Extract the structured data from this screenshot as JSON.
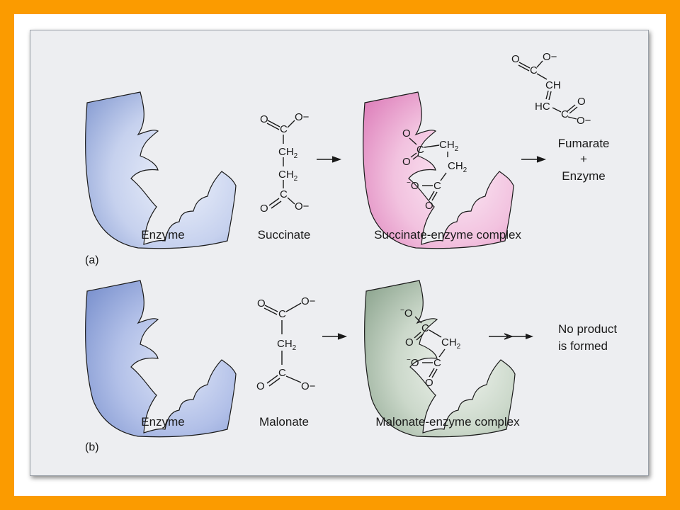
{
  "colors": {
    "frame": "#fb9b00",
    "enzyme_blue": "#8fa3d6",
    "complex_pink": "#e48fc3",
    "complex_green": "#9db39f"
  },
  "panel_a": {
    "tag": "(a)",
    "enzyme_label": "Enzyme",
    "substrate_label": "Succinate",
    "complex_label": "Succinate-enzyme complex",
    "product_line1": "Fumarate",
    "product_plus": "+",
    "product_line2": "Enzyme"
  },
  "panel_b": {
    "tag": "(b)",
    "enzyme_label": "Enzyme",
    "inhibitor_label": "Malonate",
    "complex_label": "Malonate-enzyme complex",
    "result_line1": "No product",
    "result_line2": "is formed"
  },
  "chem": {
    "O": "O",
    "O_minus": "O−",
    "minus": "−",
    "C": "C",
    "CH": "CH",
    "HC": "HC",
    "CH2": "CH",
    "sub2": "2"
  }
}
